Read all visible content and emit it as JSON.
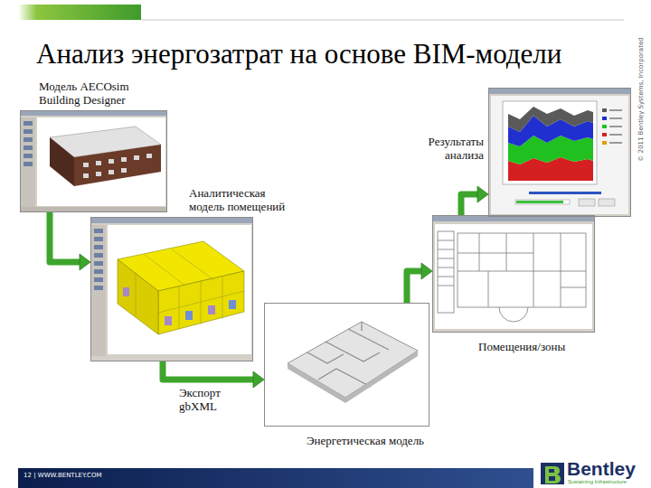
{
  "diagram": {
    "title": "Анализ энергозатрат на основе BIM-модели",
    "nodes": [
      {
        "text": [
          "Модель AECOsim Building Designer"
        ]
      },
      {
        "text": [
          "Аналитическая модель помещений"
        ]
      },
      {
        "text": [
          "Энергетическая модель"
        ]
      },
      {
        "text": [
          "Помещения/зоны"
        ]
      },
      {
        "text": [
          "Результаты анализа"
        ]
      }
    ],
    "edges": [
      {
        "from": 0,
        "to": 1,
        "arrow": "to"
      },
      {
        "from": 1,
        "to": 2,
        "label": "Экспорт gbXML",
        "arrow": "to"
      },
      {
        "from": 2,
        "to": 3,
        "arrow": "to"
      },
      {
        "from": 3,
        "to": 4,
        "arrow": "to"
      }
    ],
    "labels": [
      "© 2011 Bentley Systems, Incorporated",
      "12 | WWW.BENTLEY.COM",
      "Bentley",
      "Sustaining Infrastructure"
    ]
  }
}
